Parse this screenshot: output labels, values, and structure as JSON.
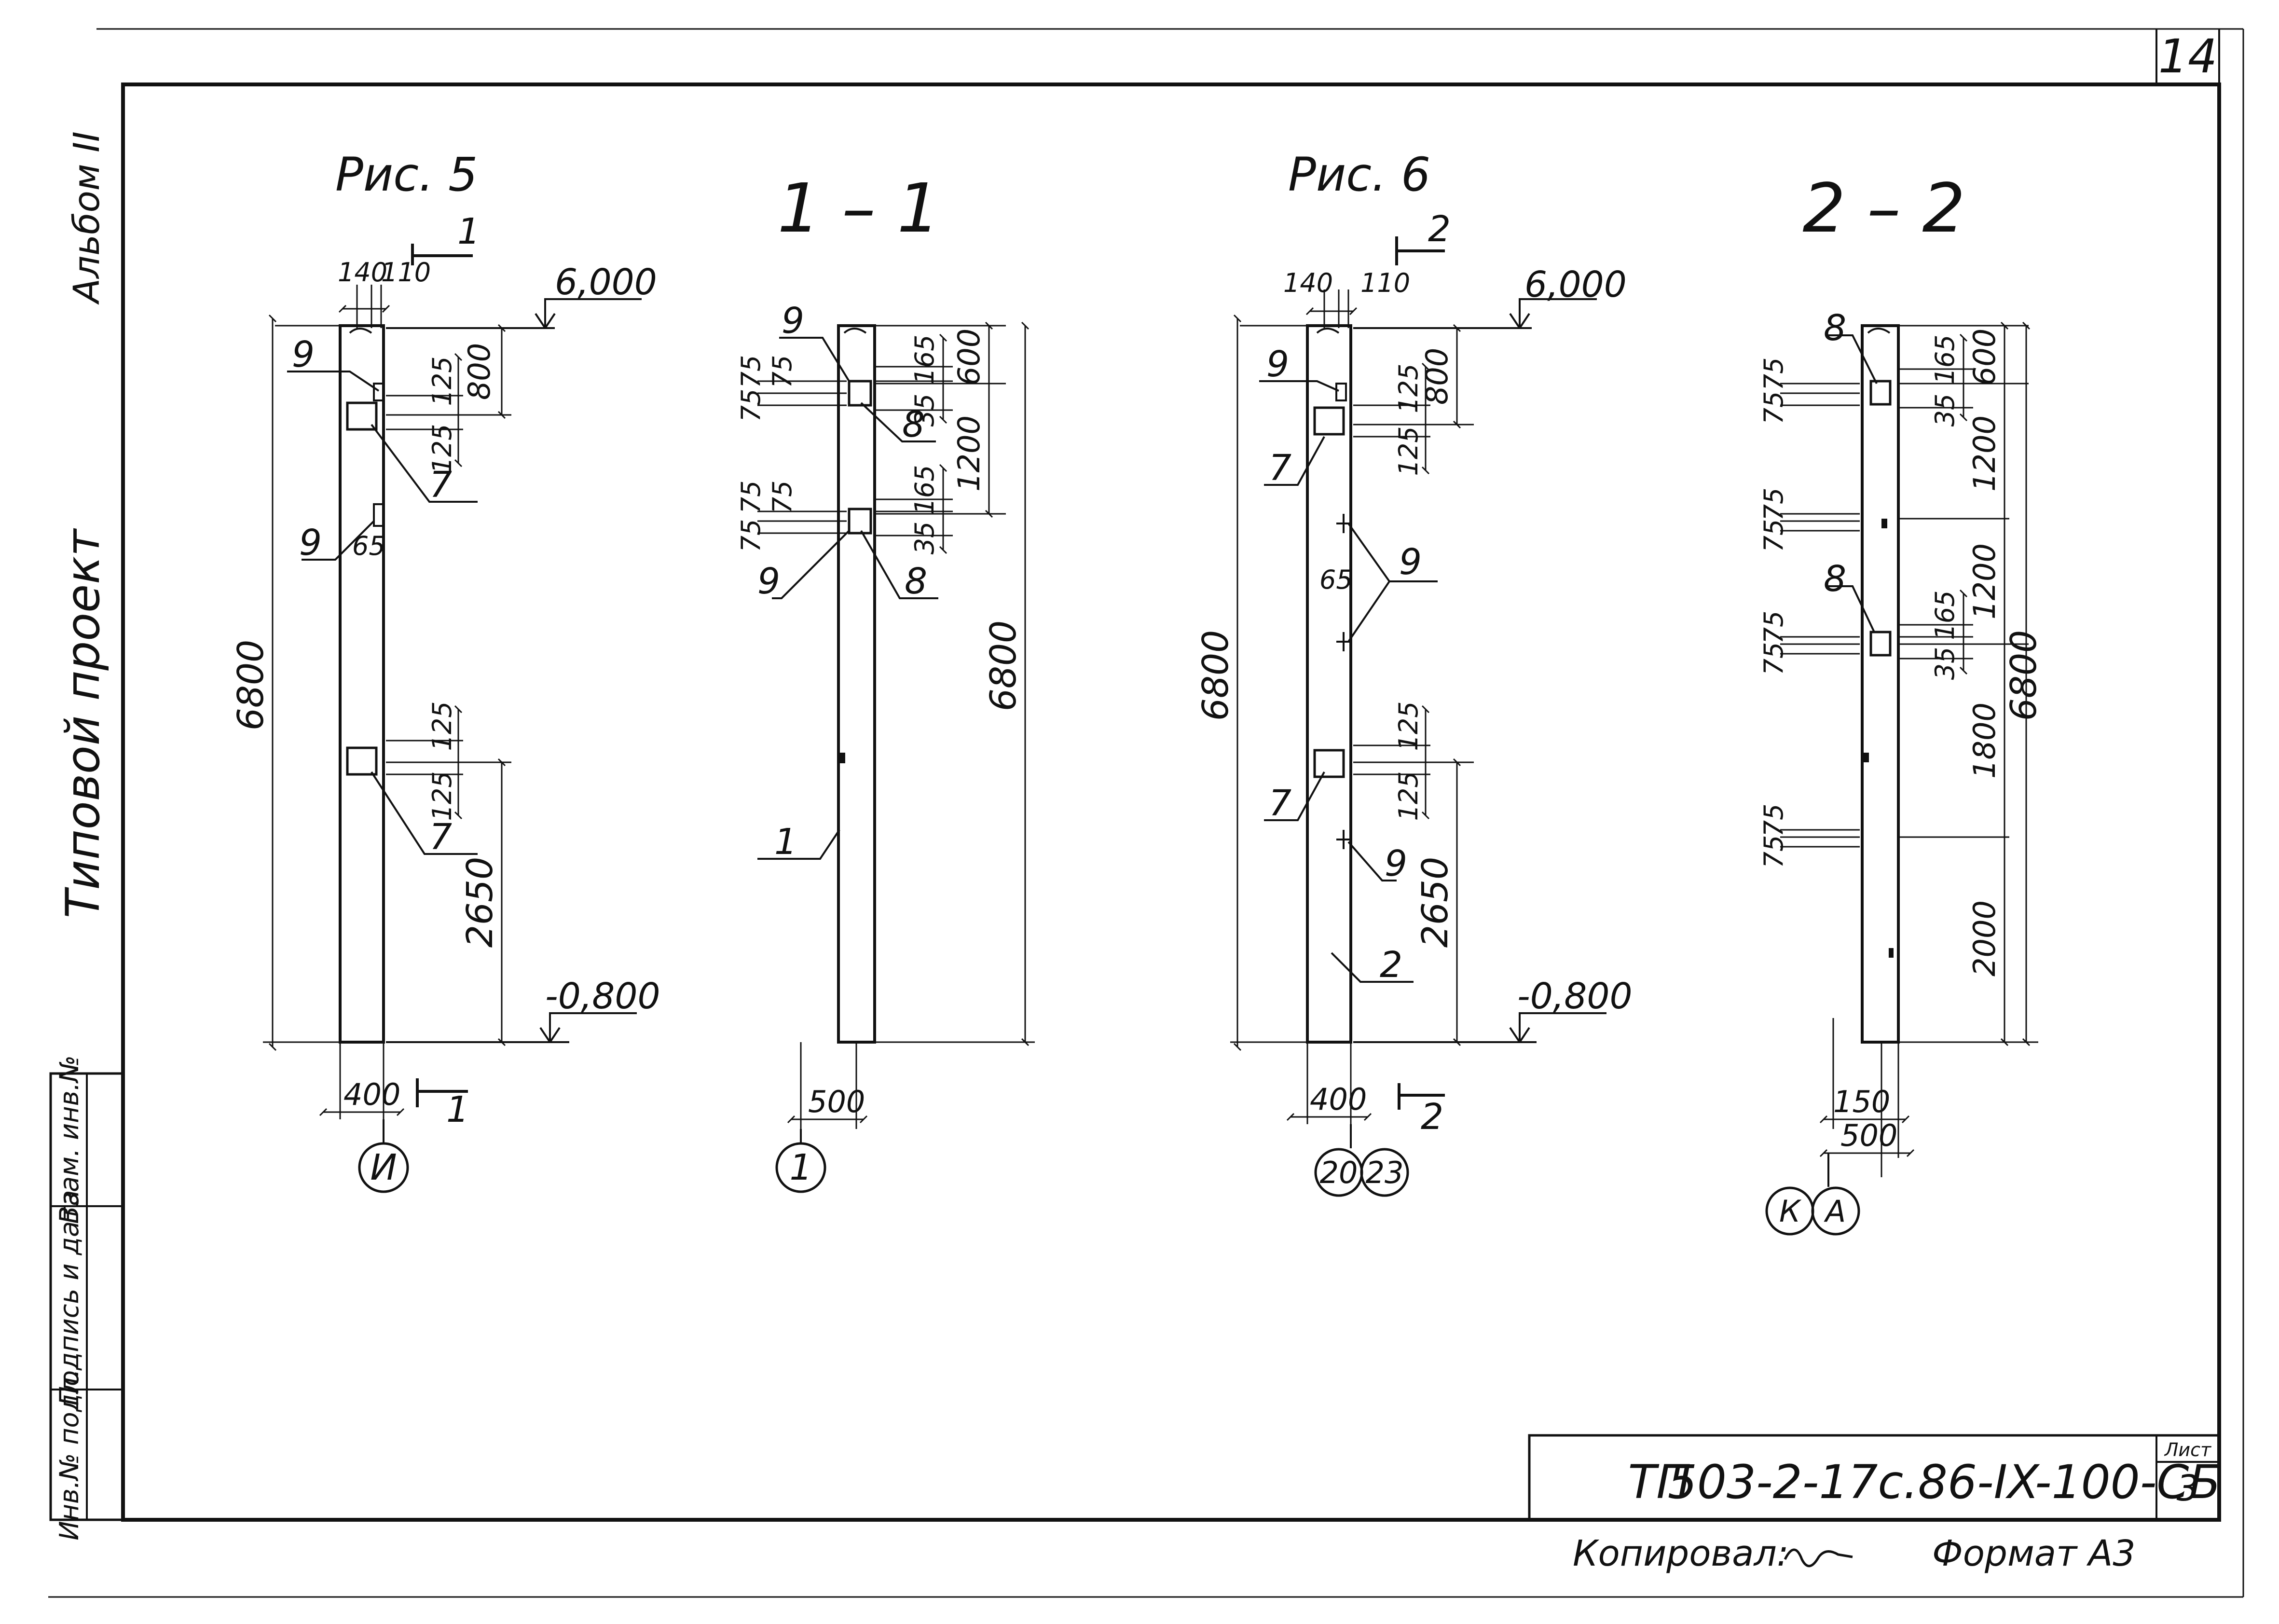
{
  "sheet": {
    "page_number": "14",
    "side_album": "Альбом II",
    "side_project": "Типовой проект",
    "stamp_cols": [
      "Инв.№ подл.",
      "Подпись и дата",
      "Взам. инв.№"
    ],
    "copied_label": "Копировал:",
    "format_label": "Формат А3",
    "title_block": {
      "tp": "ТП",
      "code": "503-2-17с.86-IX-100-СБ",
      "sheet_label": "Лист",
      "sheet_num": "3"
    }
  },
  "fig5": {
    "title": "Рис. 5",
    "cut_mark": "1",
    "top_mark": "6,000",
    "bottom_mark": "-0,800",
    "height_dim": "6800",
    "width_dim": "400",
    "col_140": "140",
    "col_110": "110",
    "d125a": "125",
    "d125b": "125",
    "d800": "800",
    "d125c": "125",
    "d125d": "125",
    "d2650": "2650",
    "d65": "65",
    "pos9a": "9",
    "pos9b": "9",
    "pos7a": "7",
    "pos7b": "7",
    "axis": "И"
  },
  "sec11": {
    "title": "1 – 1",
    "pos9a": "9",
    "pos9b": "9",
    "pos8a": "8",
    "pos8b": "8",
    "pos1": "1",
    "d75a": "75",
    "d75b": "75",
    "d75c": "75",
    "d75d": "75",
    "d75e": "75",
    "d75f": "75",
    "d165a": "165",
    "d165b": "165",
    "d35a": "35",
    "d35b": "35",
    "d600": "600",
    "d1200": "1200",
    "d6800": "6800",
    "d500": "500",
    "axis": "1"
  },
  "fig6": {
    "title": "Рис. 6",
    "cut_mark": "2",
    "top_mark": "6,000",
    "bottom_mark": "-0,800",
    "height_dim": "6800",
    "width_dim": "400",
    "col_140": "140",
    "col_110": "110",
    "d125a": "125",
    "d125b": "125",
    "d800": "800",
    "d125c": "125",
    "d125d": "125",
    "d2650": "2650",
    "d65": "65",
    "pos9a": "9",
    "pos9b": "9",
    "pos9c": "9",
    "pos7a": "7",
    "pos7b": "7",
    "pos2": "2",
    "axis_a": "20",
    "axis_b": "23"
  },
  "sec22": {
    "title": "2 – 2",
    "pos8a": "8",
    "pos8b": "8",
    "d75": "75",
    "d165a": "165",
    "d165b": "165",
    "d35a": "35",
    "d35b": "35",
    "d600": "600",
    "d1200a": "1200",
    "d1200b": "1200",
    "d1800": "1800",
    "d2000": "2000",
    "d6800": "6800",
    "d150": "150",
    "d500": "500",
    "axis_a": "К",
    "axis_b": "А"
  }
}
